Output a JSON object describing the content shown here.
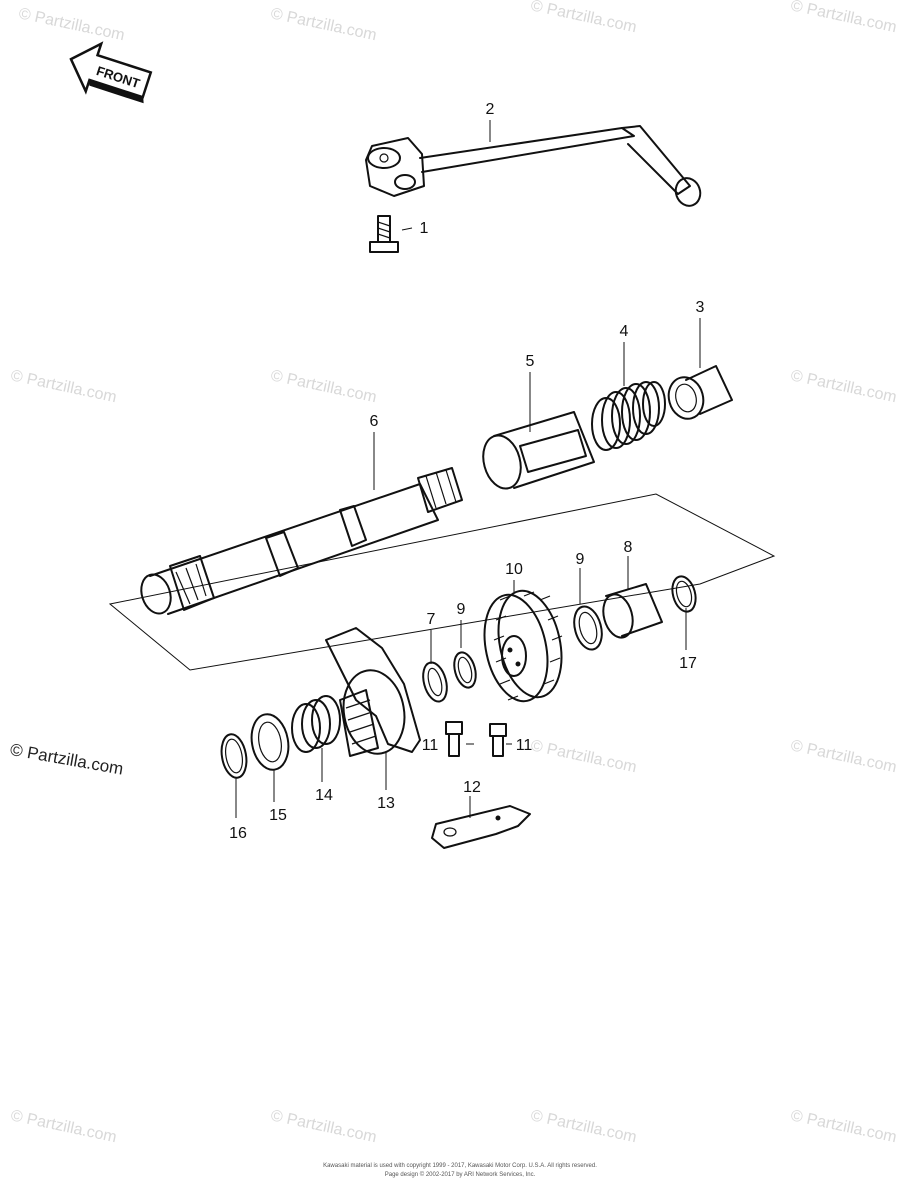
{
  "diagram": {
    "front_label": "FRONT",
    "brand_watermark": "© Partzilla.com",
    "repeat_watermark": "© Partzilla.com",
    "footer_line1": "Kawasaki material is used with copyright 1999 - 2017, Kawasaki Motor Corp. U.S.A. All rights reserved.",
    "footer_line2": "Page design © 2002-2017 by ARI Network Services, Inc.",
    "callouts": [
      "1",
      "2",
      "3",
      "4",
      "5",
      "6",
      "7",
      "8",
      "9",
      "9",
      "10",
      "11",
      "11",
      "12",
      "13",
      "14",
      "15",
      "16",
      "17"
    ],
    "parts": [
      "kick-pedal",
      "bolt",
      "bushing",
      "spring",
      "collar",
      "kick-shaft",
      "washer",
      "collar-8",
      "washer-9",
      "gear",
      "bolt-11",
      "plate",
      "ratchet",
      "spring-14",
      "washer-15",
      "circlip-16",
      "circlip-17"
    ]
  }
}
